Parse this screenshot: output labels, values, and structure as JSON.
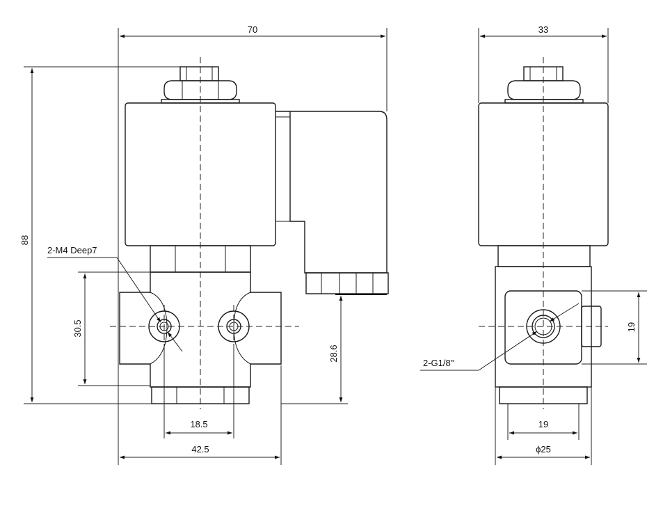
{
  "dimensions": {
    "front_width": "70",
    "total_height": "88",
    "port_thread": "2-M4 Deep7",
    "port_spacing_v": "30.5",
    "port_height": "28.6",
    "port_spacing_h": "18.5",
    "body_width": "42.5",
    "side_width": "33",
    "side_height": "19",
    "side_port": "2-G1/8\"",
    "side_base_width": "19",
    "side_diameter": "ϕ25"
  }
}
